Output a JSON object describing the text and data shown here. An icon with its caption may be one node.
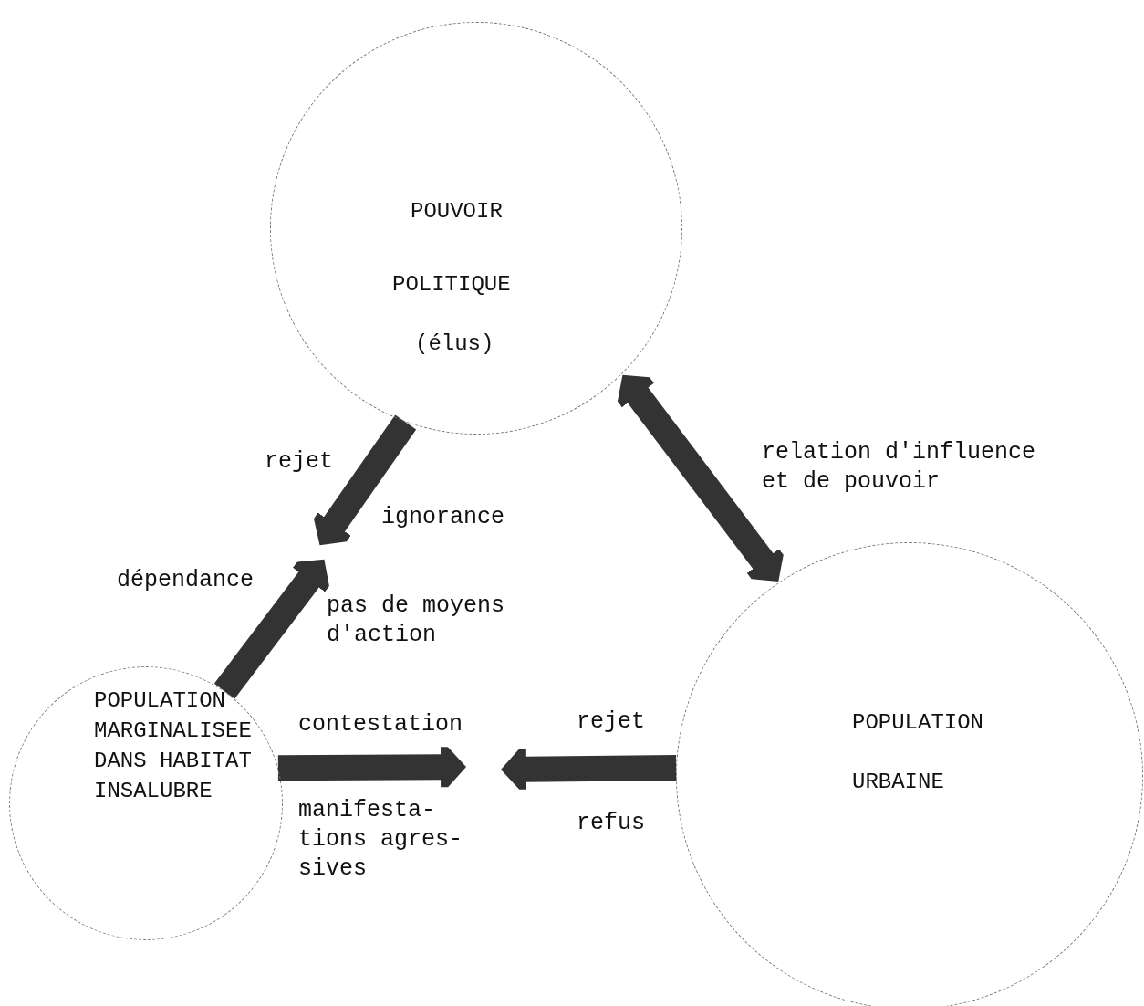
{
  "diagram": {
    "nodes": [
      {
        "text": [
          "POUVOIR",
          "POLITIQUE",
          "(élus)"
        ]
      },
      {
        "text": [
          "POPULATION",
          "URBAINE"
        ]
      },
      {
        "text": [
          "POPULATION MARGINALISEE DANS HABITAT INSALUBRE"
        ]
      }
    ],
    "edges": [
      {
        "from": 0,
        "to": null,
        "arrow": "to",
        "label": "rejet"
      },
      {
        "from": 2,
        "to": null,
        "arrow": "to",
        "label": "dépendance"
      },
      {
        "from": 0,
        "to": 1,
        "arrow": "both",
        "label": "relation d'influence et de pouvoir"
      },
      {
        "from": 2,
        "to": null,
        "arrow": "to",
        "label": "contestation"
      },
      {
        "from": 1,
        "to": null,
        "arrow": "to",
        "label": "rejet"
      }
    ],
    "labels": [
      "ignorance",
      "pas de moyens d'action",
      "manifesta- tions agres- sives",
      "refus"
    ]
  }
}
